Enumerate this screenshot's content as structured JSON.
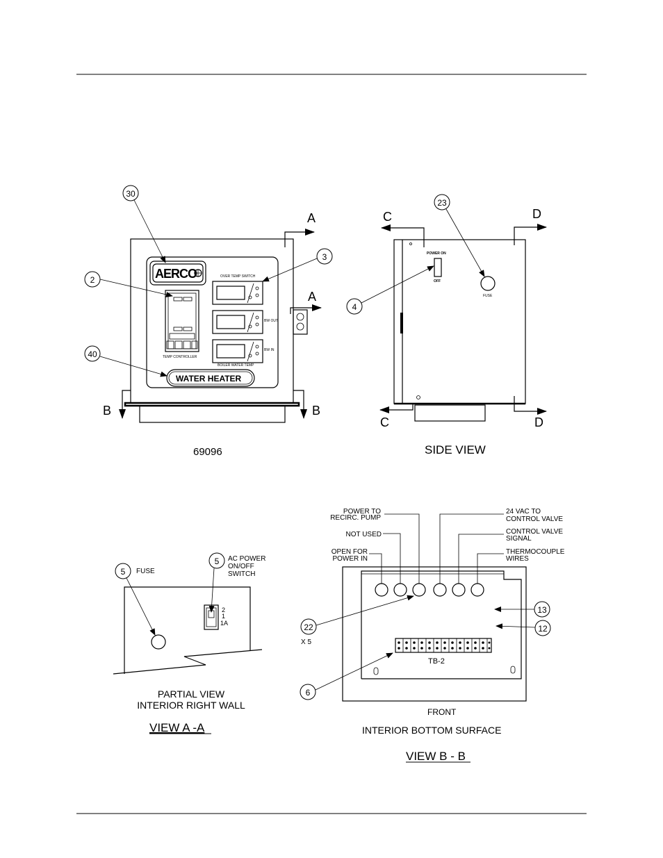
{
  "front_view": {
    "drawing_number": "69096",
    "logo": "AERCO",
    "label_water_heater": "WATER HEATER",
    "label_temp_controller": "TEMP CONTROLLER",
    "label_over_temp_switch": "OVER TEMP SWITCH",
    "label_bw_out": "BW OUT",
    "label_bw_in": "BW IN",
    "label_boiler_water_temp": "BOILER WATER TEMP",
    "section_a": "A",
    "section_b": "B",
    "callouts": [
      "30",
      "2",
      "3",
      "40"
    ]
  },
  "side_view": {
    "title": "SIDE VIEW",
    "label_power_on": "POWER ON",
    "label_off": "OFF",
    "label_fuse": "FUSE",
    "section_c": "C",
    "section_d": "D",
    "callouts": [
      "23",
      "4"
    ]
  },
  "view_aa": {
    "callout_fuse": "5",
    "label_fuse": "FUSE",
    "callout_switch": "5",
    "label_switch_1": "AC POWER",
    "label_switch_2": "ON/OFF",
    "label_switch_3": "SWITCH",
    "switch_pos_2": "2",
    "switch_pos_1": "1",
    "switch_pos_1a": "1A",
    "caption_1": "PARTIAL VIEW",
    "caption_2": "INTERIOR RIGHT WALL",
    "title": "VIEW A -A"
  },
  "view_bb": {
    "label_power_recirc_1": "POWER TO",
    "label_power_recirc_2": "RECIRC. PUMP",
    "label_not_used": "NOT USED",
    "label_open_for_1": "OPEN FOR",
    "label_open_for_2": "POWER IN",
    "label_24vac_1": "24 VAC TO",
    "label_24vac_2": "CONTROL VALVE",
    "label_cv_signal_1": "CONTROL VALVE",
    "label_cv_signal_2": "SIGNAL",
    "label_thermo_1": "THERMOCOUPLE",
    "label_thermo_2": "WIRES",
    "callout_13": "13",
    "callout_12": "12",
    "callout_22": "22",
    "label_x5": "X 5",
    "callout_6": "6",
    "label_tb2": "TB-2",
    "label_front": "FRONT",
    "caption": "INTERIOR BOTTOM SURFACE",
    "title": "VIEW B - B"
  }
}
